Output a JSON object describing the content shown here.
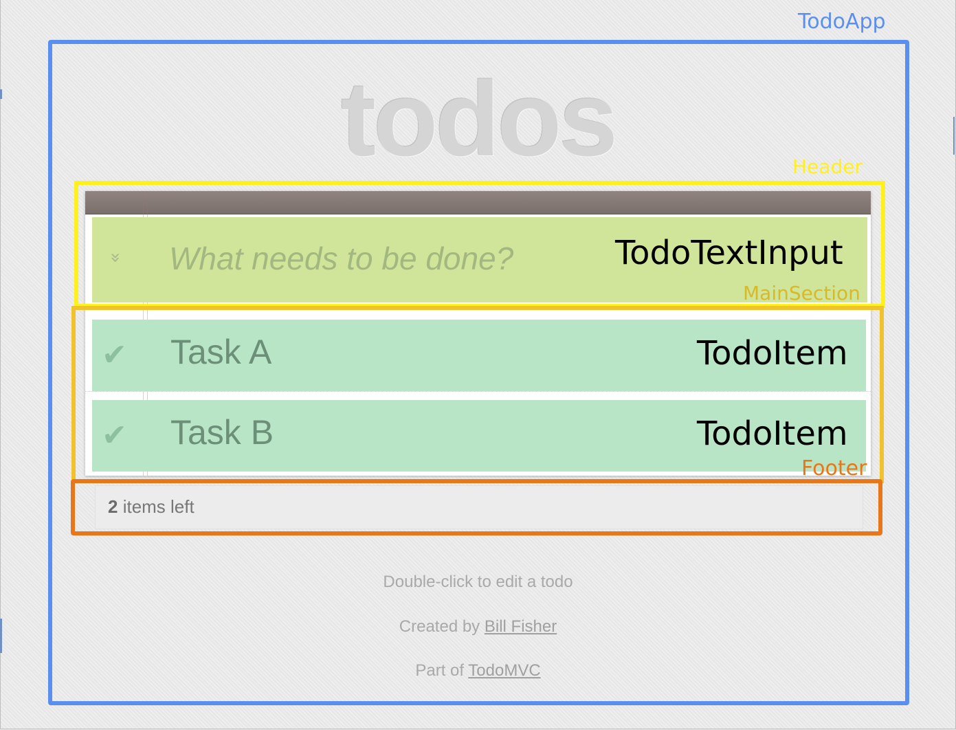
{
  "app": {
    "title": "todos",
    "input_placeholder": "What needs to be done?",
    "toggle_all_glyph": "»",
    "todos": [
      {
        "label": "Task A",
        "check_glyph": "✔"
      },
      {
        "label": "Task B",
        "check_glyph": "✔"
      }
    ],
    "footer": {
      "count": "2",
      "count_suffix": " items left"
    },
    "info": {
      "edit_hint": "Double-click to edit a todo",
      "created_prefix": "Created by ",
      "author": "Bill Fisher",
      "part_prefix": "Part of ",
      "project": "TodoMVC"
    }
  },
  "annotations": {
    "todoapp": "TodoApp",
    "header": "Header",
    "mainsection": "MainSection",
    "footer": "Footer",
    "textinput": "TodoTextInput",
    "item1": "TodoItem",
    "item2": "TodoItem"
  },
  "colors": {
    "todoapp": "#5b8fef",
    "header": "#fff01f",
    "mainsection": "#f2c12e",
    "footer": "#e8761a",
    "input_fill": "#d0e59a",
    "item_fill": "#b8e5c6"
  }
}
